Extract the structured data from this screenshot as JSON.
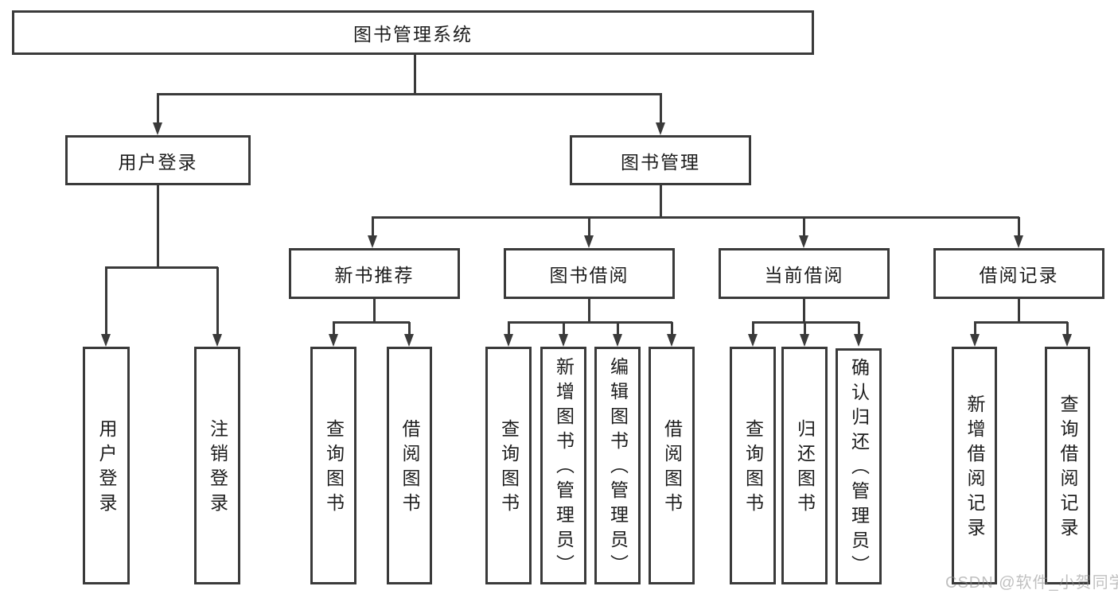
{
  "diagram": {
    "title": "图书管理系统",
    "branches": [
      {
        "label": "用户登录",
        "children": [
          {
            "label": "用户登录"
          },
          {
            "label": "注销登录"
          }
        ]
      },
      {
        "label": "图书管理",
        "children": [
          {
            "label": "新书推荐",
            "children": [
              {
                "label": "查询图书"
              },
              {
                "label": "借阅图书"
              }
            ]
          },
          {
            "label": "图书借阅",
            "children": [
              {
                "label": "查询图书"
              },
              {
                "label": "新增图书（管理员）"
              },
              {
                "label": "编辑图书（管理员）"
              },
              {
                "label": "借阅图书"
              }
            ]
          },
          {
            "label": "当前借阅",
            "children": [
              {
                "label": "查询图书"
              },
              {
                "label": "归还图书"
              },
              {
                "label": "确认归还（管理员）"
              }
            ]
          },
          {
            "label": "借阅记录",
            "children": [
              {
                "label": "新增借阅记录"
              },
              {
                "label": "查询借阅记录"
              }
            ]
          }
        ]
      }
    ]
  },
  "watermark": {
    "text": "CSDN @软件_小贺同学"
  },
  "colors": {
    "line": "#3a3a3a",
    "text": "#1d1d1d",
    "background": "#ffffff",
    "watermark": "#8d8d8d"
  }
}
